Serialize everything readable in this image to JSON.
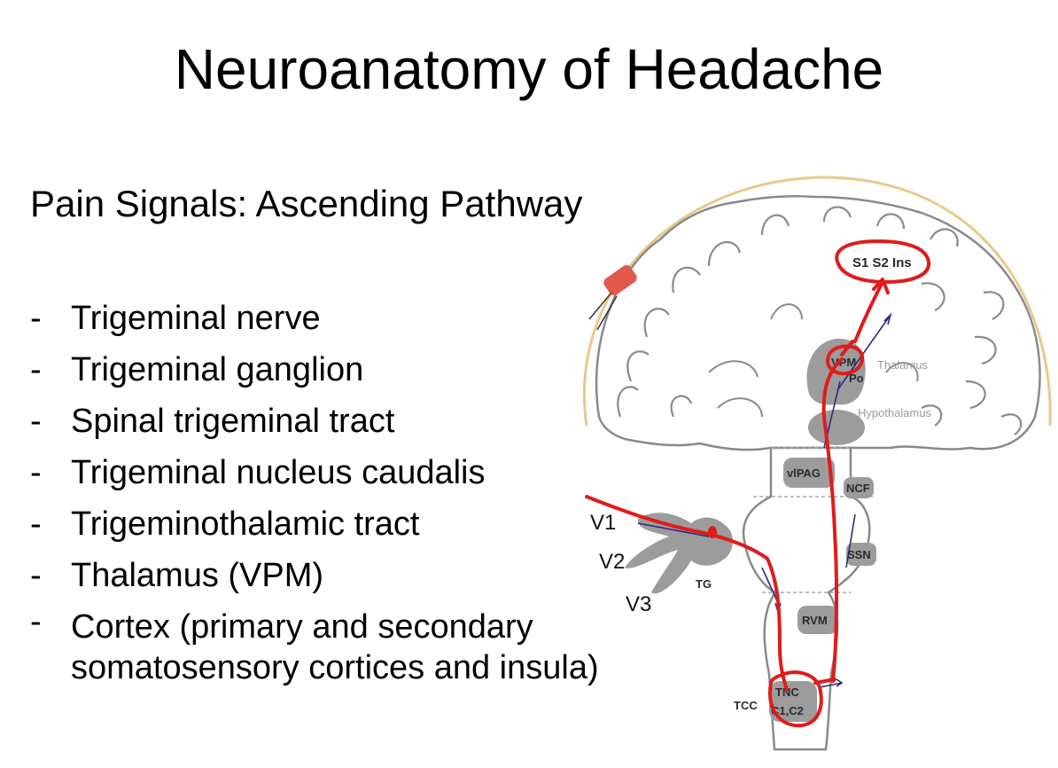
{
  "slide": {
    "title": "Neuroanatomy of Headache",
    "subtitle": "Pain Signals: Ascending Pathway",
    "bullets": [
      "Trigeminal nerve",
      "Trigeminal ganglion",
      "Spinal trigeminal tract",
      "Trigeminal nucleus caudalis",
      "Trigeminothalamic tract",
      "Thalamus (VPM)",
      "Cortex (primary and secondary somatosensory cortices and insula)"
    ],
    "bullet_marker": "-"
  },
  "diagram": {
    "labels": {
      "cortex": "S1 S2 Ins",
      "vpm": "VPM",
      "po": "Po",
      "thalamus": "Thalamus",
      "hypothalamus": "Hypothalamus",
      "vlpag": "vlPAG",
      "ncf": "NCF",
      "ssn": "SSN",
      "rvm": "RVM",
      "tg": "TG",
      "tnc": "TNC",
      "c1c2": "C1,C2",
      "tcc": "TCC",
      "v1": "V1",
      "v2": "V2",
      "v3": "V3"
    },
    "colors": {
      "annotation": "#e01b1b",
      "structure": "#9c9c9c",
      "outline": "#8a8a8a",
      "skull": "#e9c98a",
      "arrow": "#2b2b80"
    }
  }
}
